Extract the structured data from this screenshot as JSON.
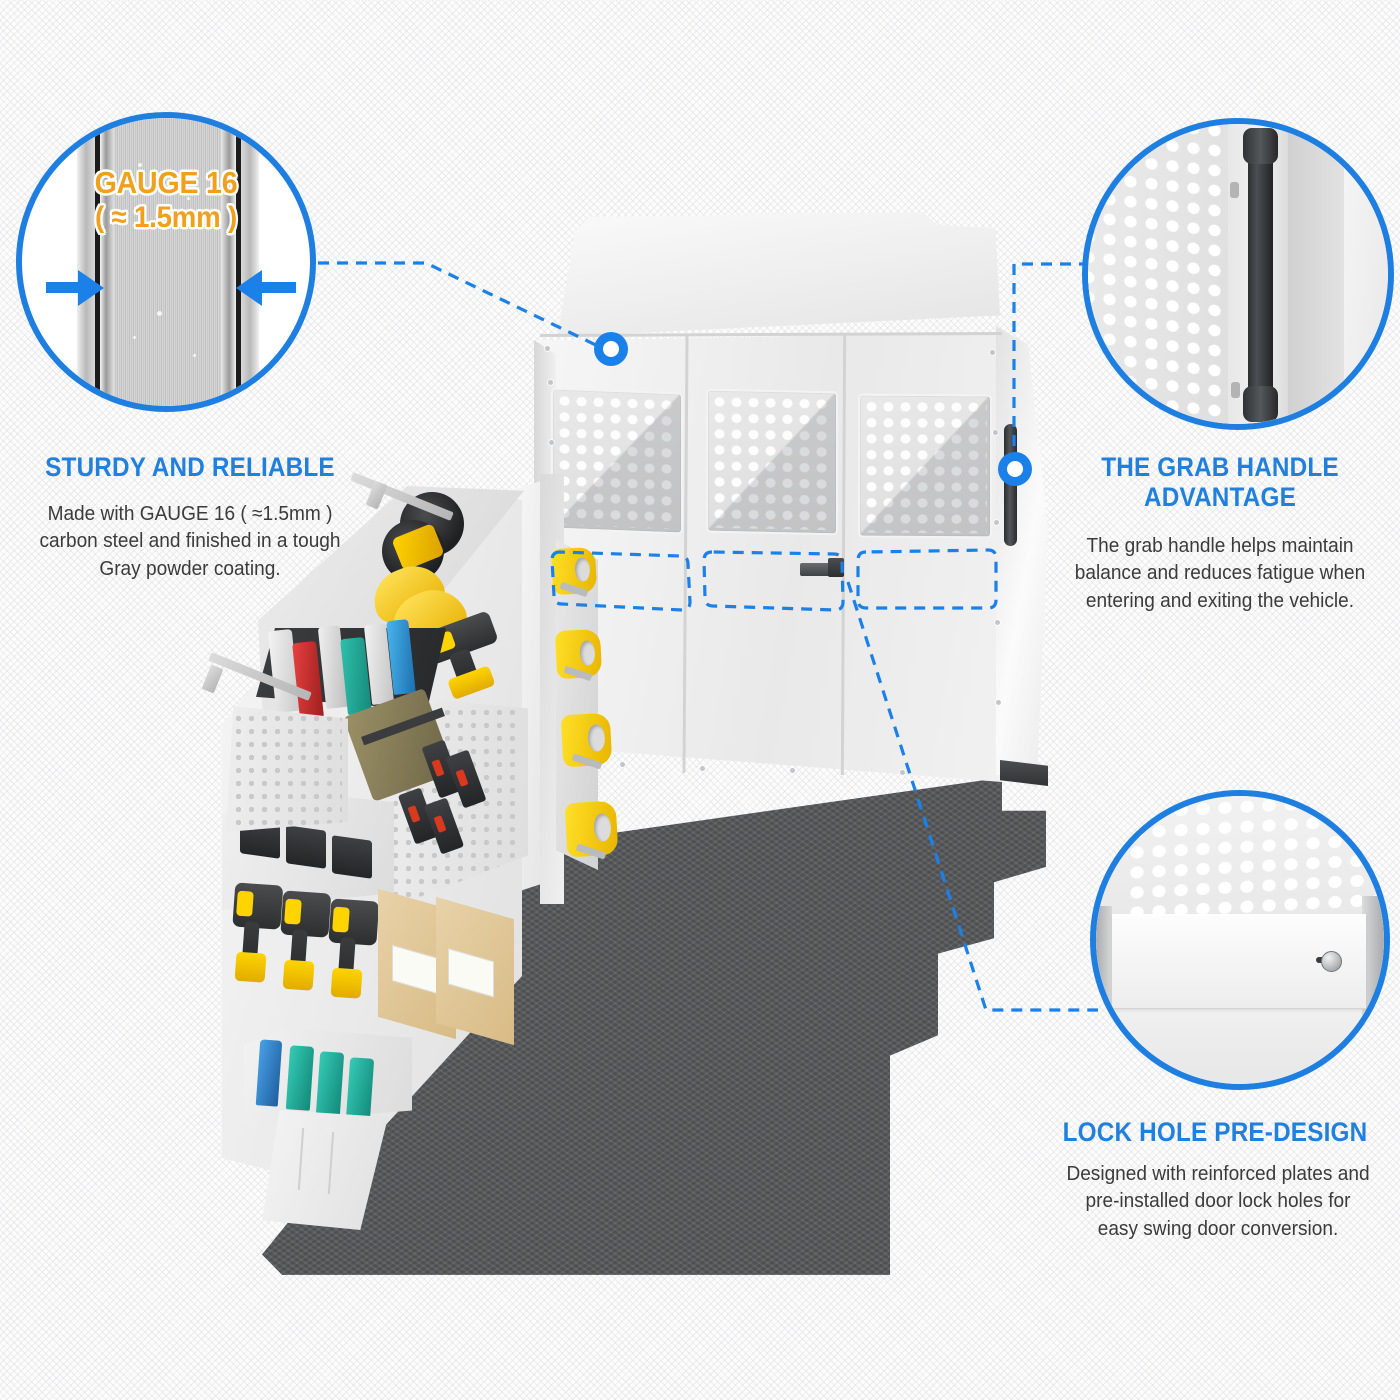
{
  "background": {
    "base_color": "#fcfcfc",
    "texture": "diagonal-crosshatch"
  },
  "theme": {
    "accent_blue": "#1f7fe0",
    "title_blue": "#2280dd",
    "highlight_orange": "#f0a01e",
    "body_text": "#3b3b3b",
    "floor_gray": "#55575a",
    "metal_white": "#f0f0f0",
    "tool_yellow": "#ffd400"
  },
  "callouts": [
    {
      "id": "sturdy",
      "position": "top-left",
      "title": "STURDY AND RELIABLE",
      "body": "Made with GAUGE 16 ( ≈1.5mm ) carbon steel and finished in a tough Gray powder coating.",
      "body_lines": [
        "Made with GAUGE 16 ( ≈1.5mm )",
        "carbon steel and finished in a tough",
        "Gray powder coating."
      ],
      "zoom_overlay": {
        "line1": "GAUGE 16",
        "line2": "( ≈ 1.5mm )",
        "color": "#f0a01e",
        "subject": "steel-sheet-thickness-macro"
      }
    },
    {
      "id": "grab-handle",
      "position": "top-right",
      "title": "THE GRAB HANDLE ADVANTAGE",
      "title_lines": [
        "THE GRAB HANDLE",
        "ADVANTAGE"
      ],
      "body": "The grab handle helps maintain balance and reduces fatigue when entering and exiting the vehicle.",
      "body_lines": [
        "The grab handle helps maintain",
        "balance and reduces fatigue when",
        "entering and exiting the vehicle."
      ],
      "zoom_overlay": {
        "subject": "black-grab-handle-on-perforated-partition"
      }
    },
    {
      "id": "lock-hole",
      "position": "bottom-right",
      "title": "LOCK HOLE PRE-DESIGN",
      "title_lines": [
        "LOCK HOLE PRE-DESIGN"
      ],
      "body": "Designed with reinforced plates and pre-installed door lock holes for easy swing door conversion.",
      "body_lines": [
        "Designed with reinforced plates and",
        "pre-installed door lock holes for",
        "easy swing door conversion."
      ],
      "zoom_overlay": {
        "subject": "reinforced-plate-with-door-lock-hole"
      }
    }
  ],
  "product": {
    "name": "van-partition-and-shelving-system",
    "partition": {
      "door_count": 3,
      "perforated_windows": 3,
      "has_grab_handle": true,
      "has_center_latch": true,
      "reinforced_plate_regions": 3
    },
    "shelving": {
      "side": "left",
      "shelf_levels": 5,
      "bottle_holders": 4,
      "bottle_holder_color": "#ffd400",
      "stored_items": [
        "hose-reel",
        "hard-hat",
        "cordless-drill",
        "spray-cans",
        "tool-case",
        "battery-chargers",
        "cardboard-cartons",
        "aerosol-canisters"
      ]
    },
    "floor": {
      "type": "textured-rubber-mat",
      "color": "#55575a"
    }
  },
  "markers": [
    {
      "id": "marker-steel-edge",
      "target": "partition-upper-left-edge"
    },
    {
      "id": "marker-grab-handle",
      "target": "partition-right-grab-handle"
    }
  ],
  "connectors": [
    {
      "from": "circle-gauge",
      "to": "marker-steel-edge",
      "style": "dashed"
    },
    {
      "from": "circle-handle",
      "to": "marker-grab-handle",
      "style": "dashed"
    },
    {
      "from": "circle-lock",
      "to": "partition-lock-plate",
      "style": "dashed"
    }
  ]
}
